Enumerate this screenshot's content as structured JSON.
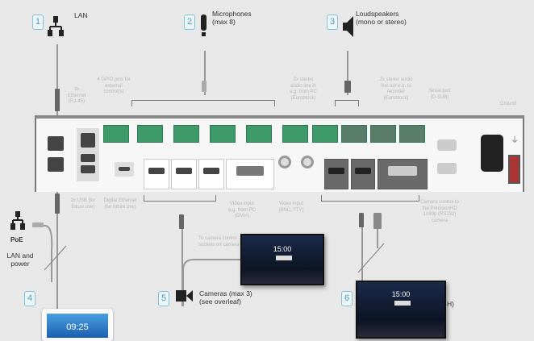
{
  "items": [
    {
      "number": "1",
      "icon": "lan-icon",
      "label": "LAN"
    },
    {
      "number": "2",
      "icon": "microphone-icon",
      "label": "Microphones",
      "sublabel": "(max 8)"
    },
    {
      "number": "3",
      "icon": "speaker-icon",
      "label": "Loudspeakers",
      "sublabel": "(mono or stereo)"
    },
    {
      "number": "4",
      "icon": "touch-panel-icon",
      "label": "",
      "screen_time": "09:25"
    },
    {
      "number": "5",
      "icon": "camera-icon",
      "label": "Cameras (max 3)",
      "sublabel": "(see overleaf)"
    },
    {
      "number": "6",
      "icon": "display-icon",
      "label": "H)"
    }
  ],
  "poe": {
    "label": "PoE",
    "caption": "LAN and power"
  },
  "connector_labels": {
    "ethernet": "3x Ethernet (RJ-45)",
    "gpio": "4 GPIO pins for external control(s)",
    "audio_in": "2x stereo audio line in e.g. from PC (Euroblock)",
    "audio_out": "2x stereo audio line out e.g. to recorder (Euroblock)",
    "serial": "Serial port (D-SUB)",
    "ground": "Ground",
    "usb": "2x USB (for future use)",
    "digital_ethernet": "Digital Ethernet (for future use)",
    "video_dvi": "Video input e.g. from PC (DVI-I)",
    "video_bnc": "Video input (BNC, TTY)",
    "camera_control": "Camera control to the PrecisionHD 1080p (RS232) camera",
    "camera_sockets": "To camera control sockets on camera"
  },
  "displays": [
    {
      "time": "15:00"
    },
    {
      "time": "15:00"
    }
  ]
}
